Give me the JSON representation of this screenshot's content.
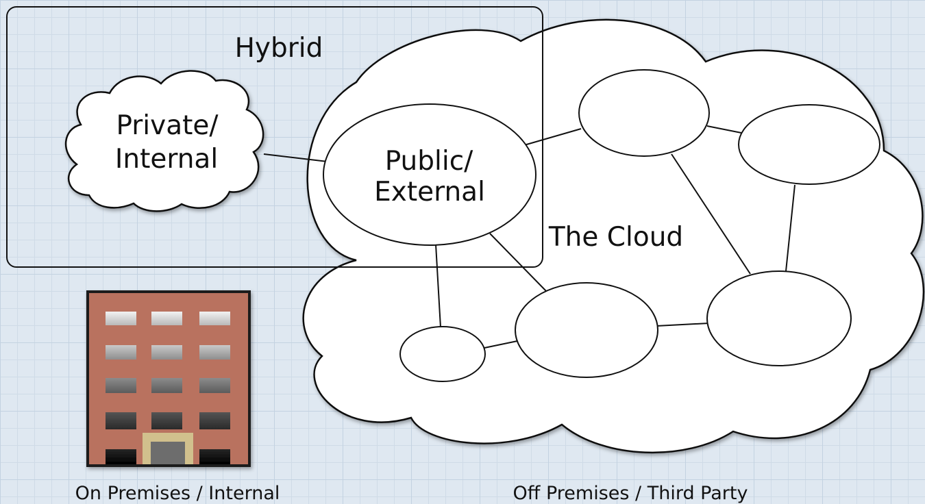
{
  "labels": {
    "hybrid": "Hybrid",
    "private_line1": "Private/",
    "private_line2": "Internal",
    "public_line1": "Public/",
    "public_line2": "External",
    "cloud": "The Cloud",
    "on_premises": "On Premises / Internal",
    "off_premises": "Off Premises / Third Party"
  },
  "colors": {
    "background": "#dfe8f1",
    "building_facade": "#b9725f",
    "building_door_frame": "#d1c08d",
    "node_fill": "#ffffff",
    "outline": "#111111"
  },
  "icons": {
    "building": "office-building-icon"
  }
}
